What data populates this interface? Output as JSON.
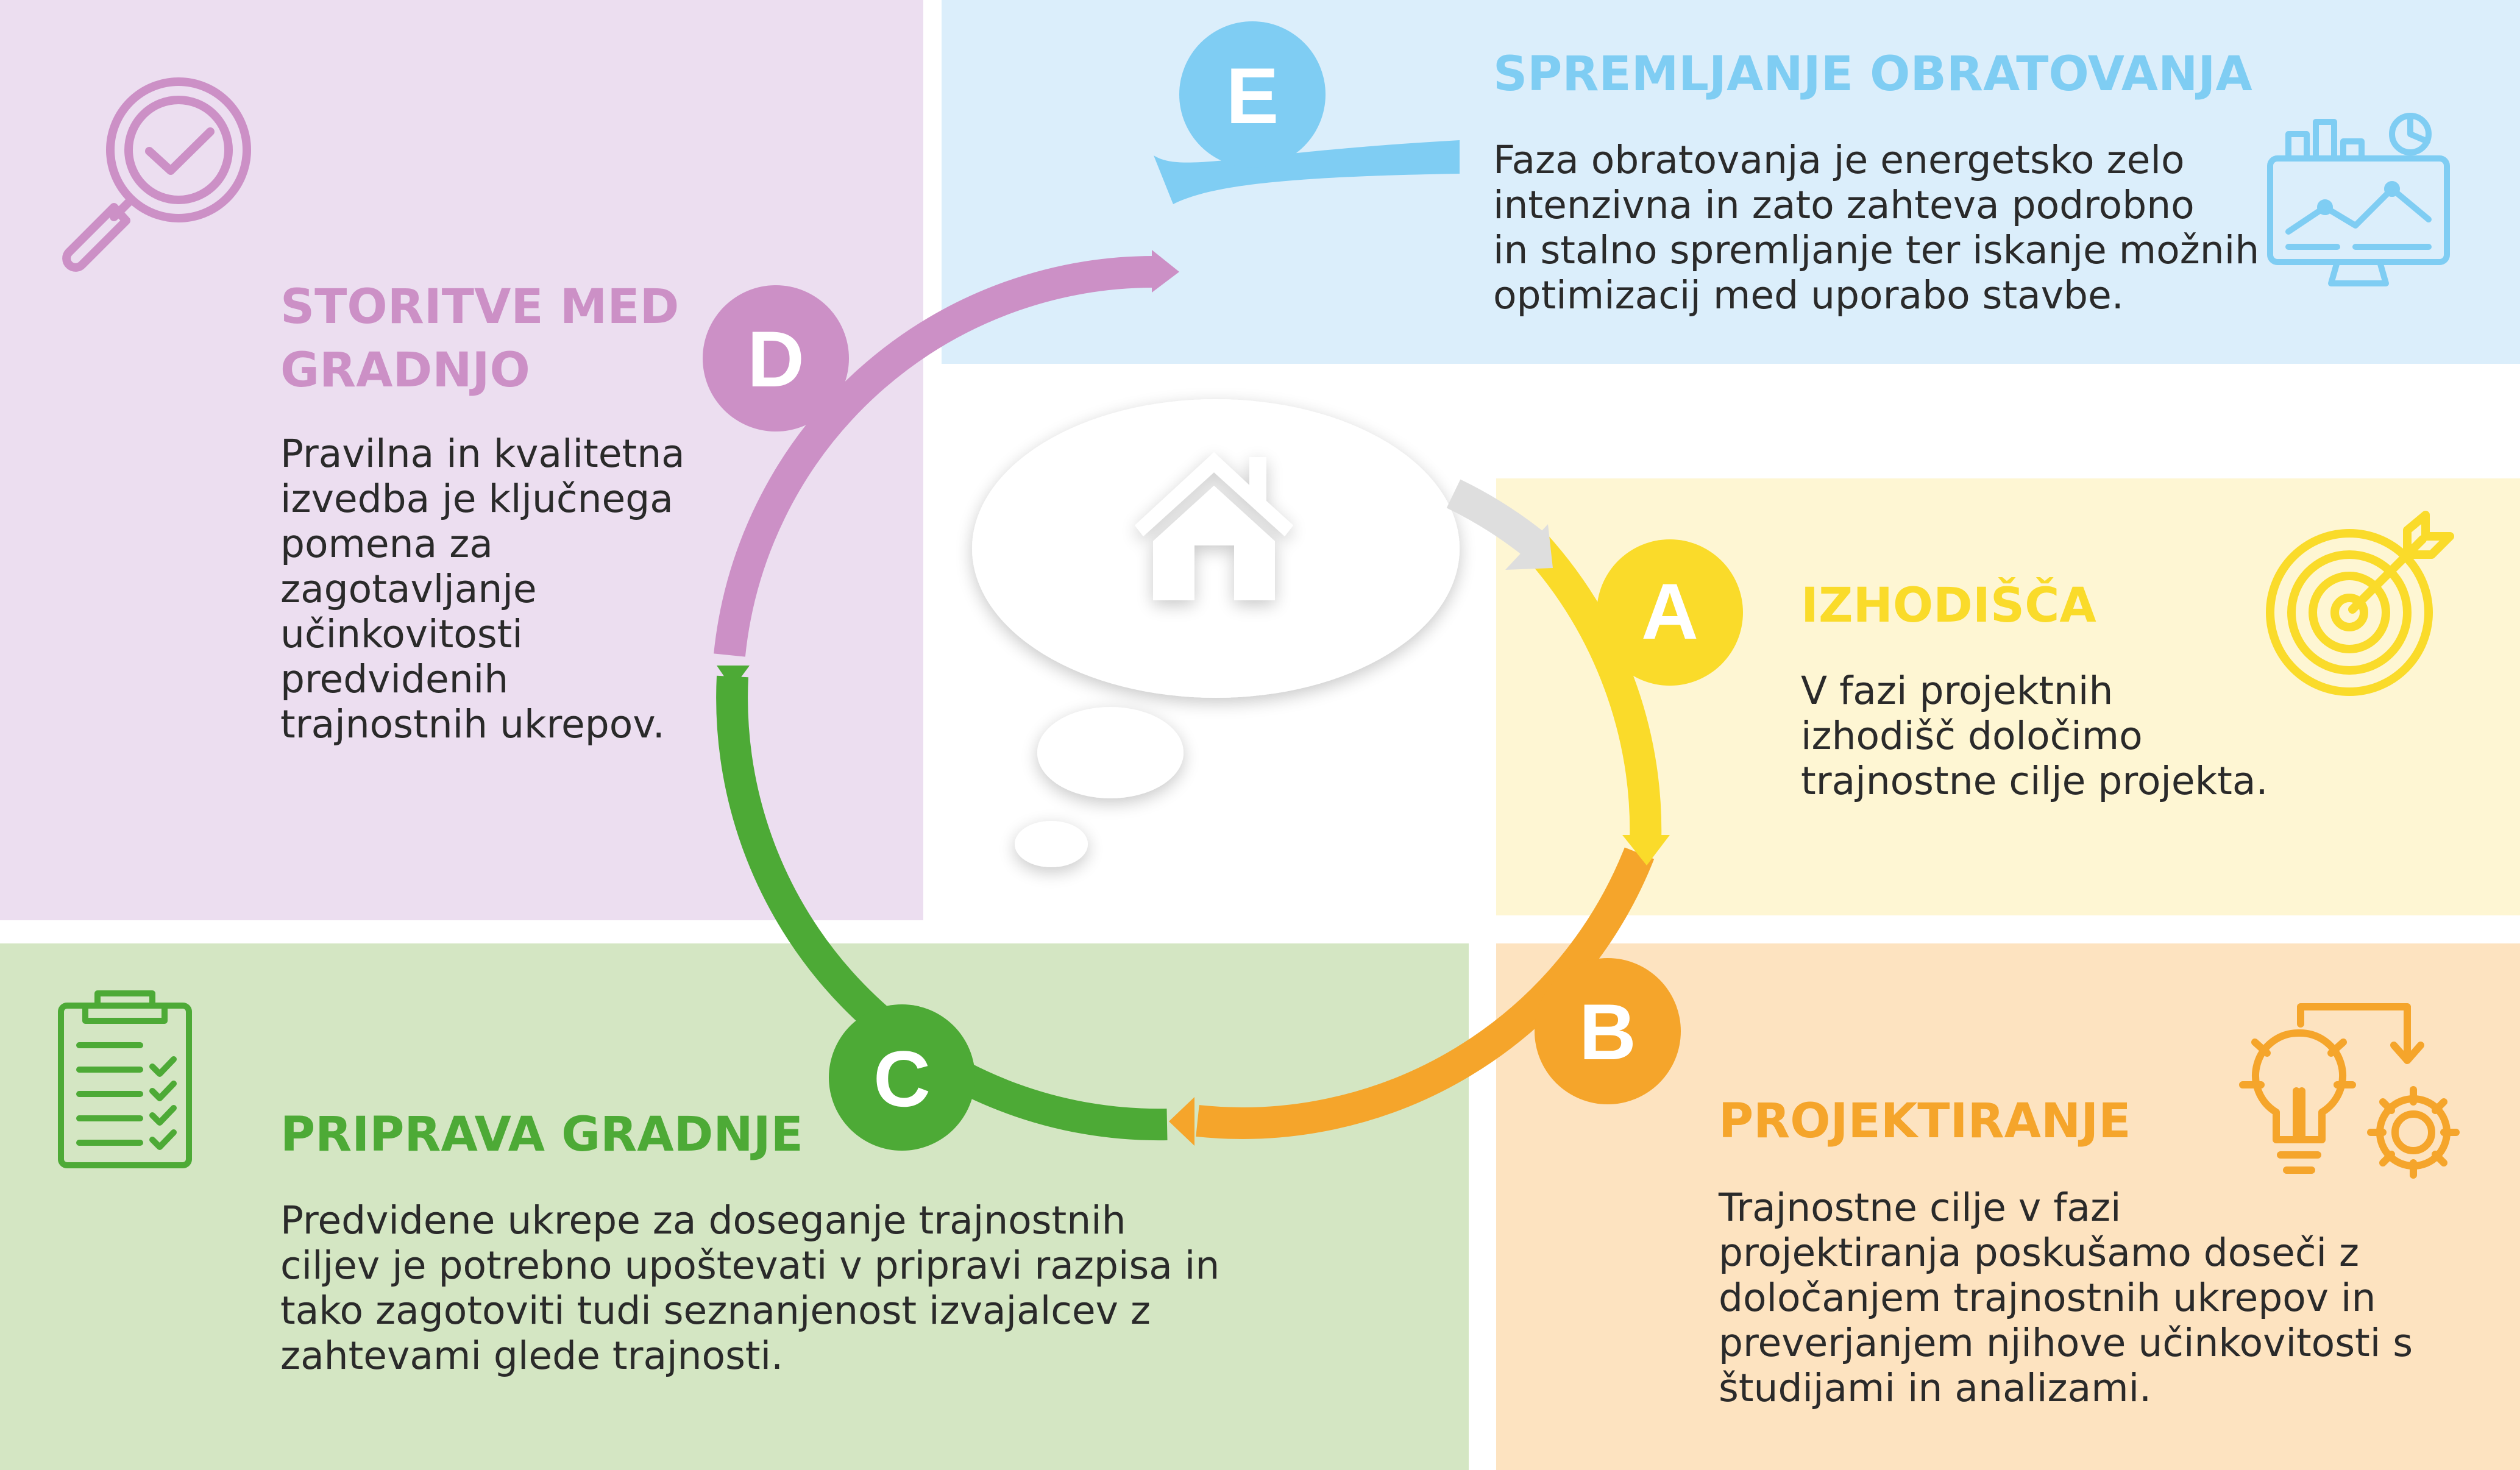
{
  "colors": {
    "purple": "#cc90c6",
    "blue": "#7fcdf3",
    "yellow": "#fadb2a",
    "orange": "#f5a52b",
    "green": "#4daa36",
    "grey": "#d9d9d9"
  },
  "phases": {
    "A": {
      "letter": "A",
      "title": "IZHODIŠČA",
      "text": "V fazi projektnih\nizhodišč določimo\ntrajnostne cilje projekta.",
      "icon": "target-icon"
    },
    "B": {
      "letter": "B",
      "title": "PROJEKTIRANJE",
      "text": "Trajnostne cilje v fazi\nprojektiranja poskušamo doseči z\ndoločanjem trajnostnih ukrepov in\npreverjanjem njihove učinkovitosti s\nštudijami in analizami.",
      "icon": "lightbulb-gear-icon"
    },
    "C": {
      "letter": "C",
      "title": "PRIPRAVA GRADNJE",
      "text": "Predvidene ukrepe za doseganje trajnostnih\nciljev je potrebno upoštevati v pripravi razpisa in\ntako zagotoviti tudi seznanjenost izvajalcev z\nzahtevami glede trajnosti.",
      "icon": "clipboard-checklist-icon"
    },
    "D": {
      "letter": "D",
      "title": "STORITVE MED\nGRADNJO",
      "text": "Pravilna in kvalitetna\nizvedba je ključnega\npomena za\nzagotavljanje\nučinkovitosti\npredvidenih\ntrajnostnih ukrepov.",
      "icon": "magnifier-check-icon"
    },
    "E": {
      "letter": "E",
      "title": "SPREMLJANJE OBRATOVANJA",
      "text": "Faza obratovanja je energetsko zelo\nintenzivna in zato zahteva podrobno\nin stalno spremljanje ter iskanje možnih\noptimizacij med uporabo stavbe.",
      "icon": "monitor-charts-icon"
    }
  },
  "center": {
    "icon": "house-icon"
  }
}
